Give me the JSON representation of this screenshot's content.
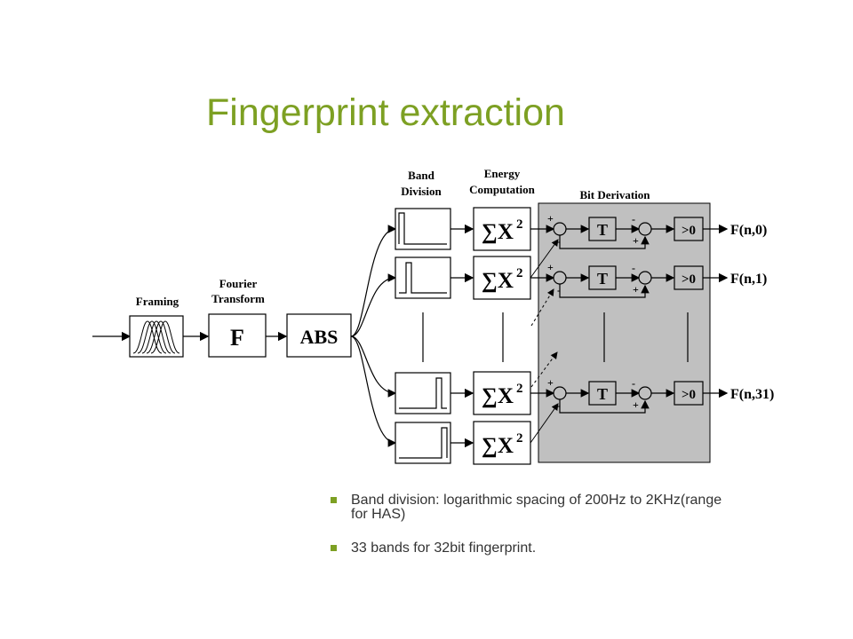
{
  "slide": {
    "title": "Fingerprint extraction"
  },
  "diagram": {
    "labels": {
      "framing": "Framing",
      "fourier_line1": "Fourier",
      "fourier_line2": "Transform",
      "band_line1": "Band",
      "band_line2": "Division",
      "energy_line1": "Energy",
      "energy_line2": "Computation",
      "bit_derivation": "Bit Derivation"
    },
    "blocks": {
      "fourier": "F",
      "abs": "ABS",
      "energy_symbol": "∑X",
      "energy_exponent": "2",
      "delay": "T",
      "threshold": ">0"
    },
    "signs": {
      "plus": "+",
      "minus": "-"
    },
    "outputs": [
      "F(n,0)",
      "F(n,1)",
      "F(n,31)"
    ],
    "colors": {
      "bit_panel": "#c0c0c0",
      "stroke": "#000000",
      "title": "#7da023"
    }
  },
  "bullets": [
    {
      "text": "Band division:  logarithmic spacing of 200Hz to 2KHz(range for HAS)"
    },
    {
      "text": "33 bands for 32bit fingerprint."
    }
  ]
}
